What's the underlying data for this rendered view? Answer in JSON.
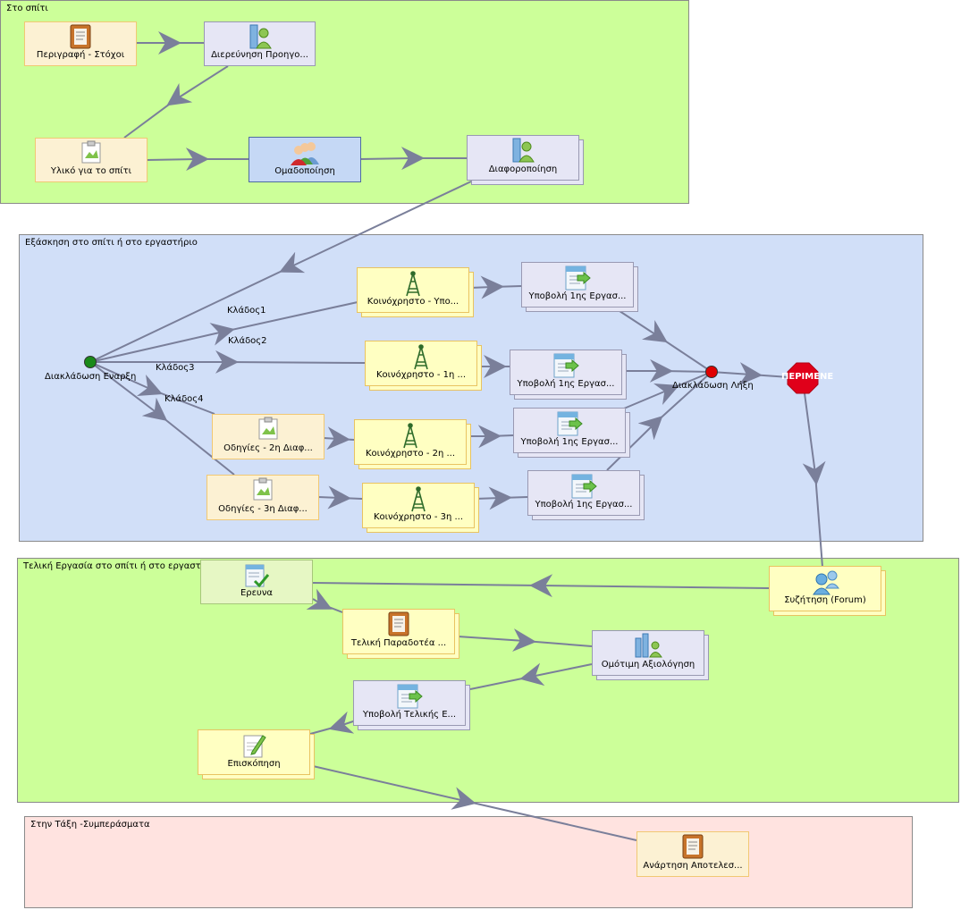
{
  "regions": [
    {
      "label": "Στο σπίτι"
    },
    {
      "label": "Εξάσκηση στο σπίτι ή στο εργαστήριο"
    },
    {
      "label": "Τελική Εργασία στο σπίτι ή στο εργαστήριο"
    },
    {
      "label": "Στην Τάξη -Συμπεράσματα"
    }
  ],
  "activities": {
    "perigrafi": "Περιγραφή - Στόχοι",
    "diereynisi": "Διερεύνηση Προηγο...",
    "yliko": "Υλικό για το σπίτι",
    "omadopoiisi": "Ομαδοποίηση",
    "diaforopoiisi": "Διαφοροποίηση",
    "koin_ypo": "Κοινόχρηστο - Υπο...",
    "ypovoli_a": "Υποβολή 1ης Εργασ...",
    "koin_1h": "Κοινόχρηστο - 1η ...",
    "ypovoli_b": "Υποβολή 1ης Εργασ...",
    "odigies_2": "Οδηγίες - 2η Διαφ...",
    "koin_2h": "Κοινόχρηστο - 2η ...",
    "ypovoli_c": "Υποβολή 1ης Εργασ...",
    "odigies_3": "Οδηγίες - 3η Διαφ...",
    "koin_3h": "Κοινόχρηστο - 3η ...",
    "ypovoli_d": "Υποβολή 1ης Εργασ...",
    "ereyna": "Ερευνα",
    "syzitisi": "Συζήτηση (Forum)",
    "teliki_parad": "Τελική Παραδοτέα ...",
    "omotimi": "Ομότιμη Αξιολόγηση",
    "ypovoli_tel": "Υποβολή Τελικής Ε...",
    "episkopisi": "Επισκόπηση",
    "anartisi": "Ανάρτηση Αποτελεσ..."
  },
  "gates": {
    "start": "Διακλάδωση Εναρξη",
    "end": "Διακλάδωση Λήξη",
    "wait": "ΠΕΡΙΜΕΝΕ"
  },
  "branches": [
    "Κλάδος1",
    "Κλάδος2",
    "Κλάδος3",
    "Κλάδος4"
  ],
  "colors": {
    "line": "#7a7f9a",
    "start_gate": "#1a8a1a",
    "end_gate": "#e00000",
    "stop": "#e0001a"
  },
  "icons": {
    "notebook": "notebook-icon",
    "person": "person-icon",
    "people": "group-icon",
    "tower": "tower-icon",
    "submit": "submit-icon",
    "check": "checklist-icon",
    "pencil": "pencil-icon",
    "image": "image-icon",
    "forum": "forum-icon",
    "stop": "stop-sign-icon"
  }
}
